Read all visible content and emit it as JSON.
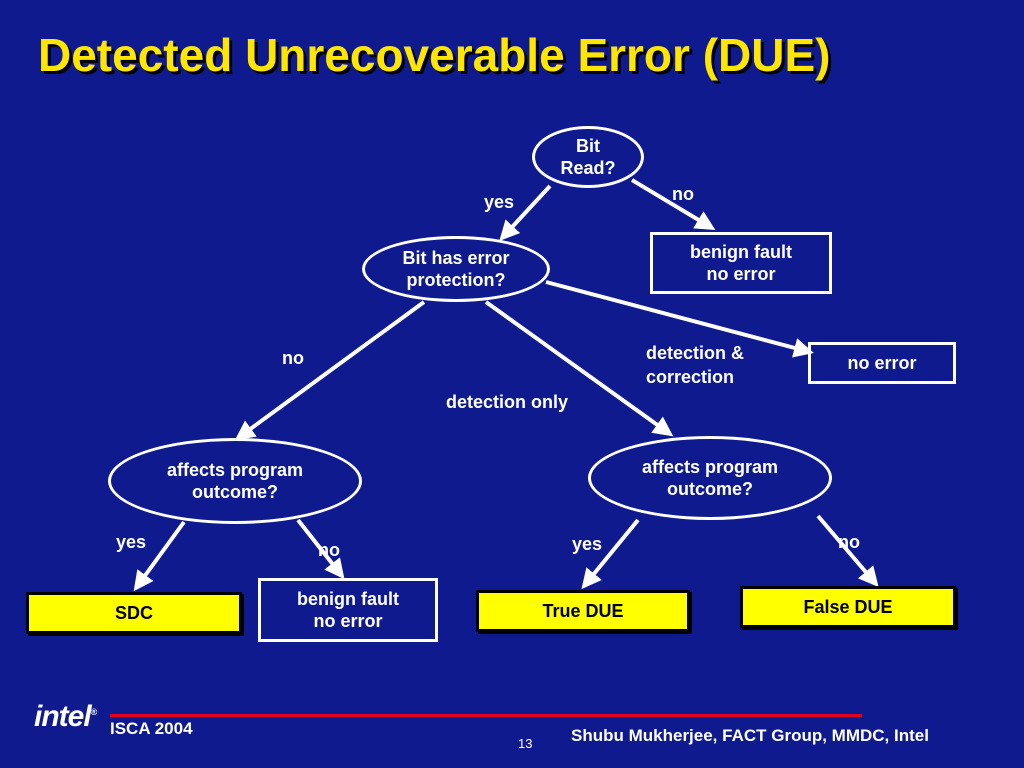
{
  "title": "Detected Unrecoverable Error (DUE)",
  "nodes": {
    "bit_read": "Bit\nRead?",
    "bit_has_error_protection": "Bit has error\nprotection?",
    "benign_fault_top": "benign fault\nno error",
    "no_error": "no error",
    "affects_left": "affects program\noutcome?",
    "affects_right": "affects program\noutcome?",
    "sdc": "SDC",
    "benign_fault_bottom": "benign fault\nno error",
    "true_due": "True DUE",
    "false_due": "False DUE"
  },
  "edge_labels": {
    "bit_read_yes": "yes",
    "bit_read_no": "no",
    "protection_no": "no",
    "protection_detection_only": "detection only",
    "protection_detection_correction": "detection &\ncorrection",
    "left_yes": "yes",
    "left_no": "no",
    "right_yes": "yes",
    "right_no": "no"
  },
  "footer": {
    "logo": "intel",
    "conference": "ISCA 2004",
    "page_number": "13",
    "author": "Shubu Mukherjee, FACT Group, MMDC, Intel"
  }
}
